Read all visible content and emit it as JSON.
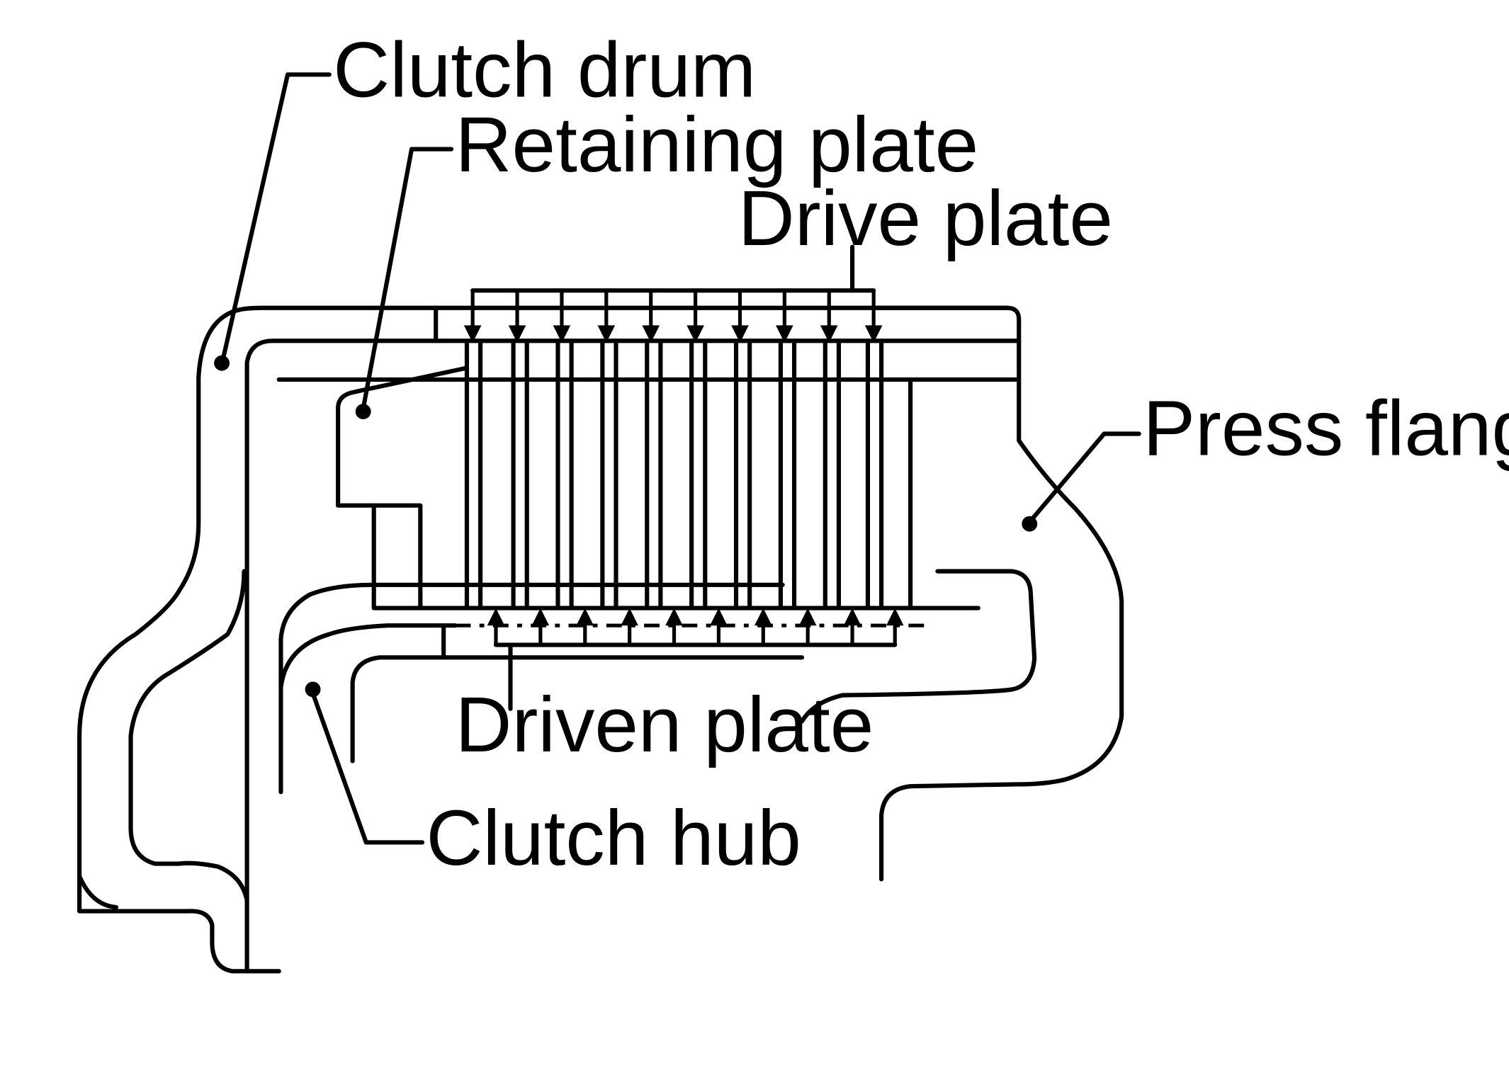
{
  "labels": {
    "clutch_drum": "Clutch drum",
    "retaining_plate": "Retaining plate",
    "drive_plate": "Drive plate",
    "press_flange": "Press flange",
    "driven_plate": "Driven plate",
    "clutch_hub": "Clutch hub"
  },
  "colors": {
    "line": "#000000",
    "background": "#ffffff"
  }
}
